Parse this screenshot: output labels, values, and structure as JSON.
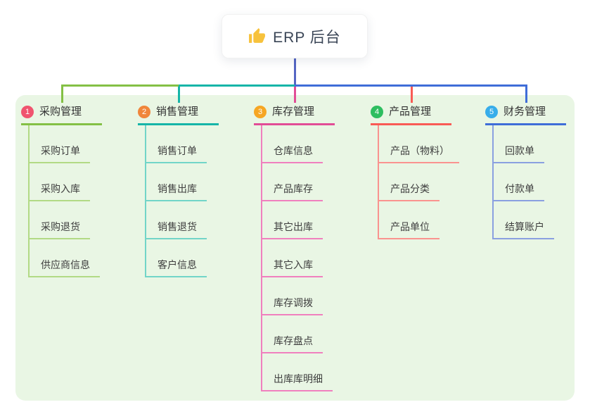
{
  "root": {
    "title": "ERP 后台",
    "icon": "thumbs-up-icon",
    "icon_color": "#f7c23c"
  },
  "connector_color": "#5566c3",
  "panel_bg": "#e9f6e4",
  "branches": [
    {
      "num": "1",
      "title": "采购管理",
      "color": "#84c045",
      "light_color": "#b2da85",
      "badge_color": "#f0546f",
      "children": [
        "采购订单",
        "采购入库",
        "采购退货",
        "供应商信息"
      ]
    },
    {
      "num": "2",
      "title": "销售管理",
      "color": "#16b5a8",
      "light_color": "#72d5c8",
      "badge_color": "#f0863b",
      "children": [
        "销售订单",
        "销售出库",
        "销售退货",
        "客户信息"
      ]
    },
    {
      "num": "3",
      "title": "库存管理",
      "color": "#e24d96",
      "light_color": "#f080be",
      "badge_color": "#f6a623",
      "children": [
        "仓库信息",
        "产品库存",
        "其它出库",
        "其它入库",
        "库存调拨",
        "库存盘点",
        "出库库明细"
      ]
    },
    {
      "num": "4",
      "title": "产品管理",
      "color": "#f95b55",
      "light_color": "#fa938f",
      "badge_color": "#2ebe60",
      "children": [
        "产品（物料）",
        "产品分类",
        "产品单位"
      ]
    },
    {
      "num": "5",
      "title": "财务管理",
      "color": "#3f6dd8",
      "light_color": "#8aa0e0",
      "badge_color": "#37adea",
      "children": [
        "回款单",
        "付款单",
        "结算账户"
      ]
    }
  ]
}
